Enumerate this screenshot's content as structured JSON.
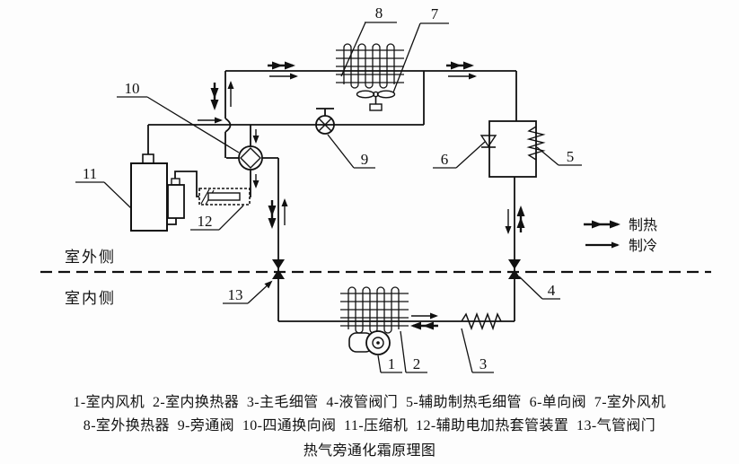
{
  "diagram": {
    "title": "热气旁通化霜原理图",
    "zone_labels": {
      "outdoor": "室外侧",
      "indoor": "室内侧"
    },
    "legend": {
      "heating": "制热",
      "cooling": "制冷"
    },
    "callouts": {
      "c1": "1",
      "c2": "2",
      "c3": "3",
      "c4": "4",
      "c5": "5",
      "c6": "6",
      "c7": "7",
      "c8": "8",
      "c9": "9",
      "c10": "10",
      "c11": "11",
      "c12": "12",
      "c13": "13"
    },
    "components": {
      "n1": "室内风机",
      "n2": "室内换热器",
      "n3": "主毛细管",
      "n4": "液管阀门",
      "n5": "辅助制热毛细管",
      "n6": "单向阀",
      "n7": "室外风机",
      "n8": "室外换热器",
      "n9": "旁通阀",
      "n10": "四通换向阀",
      "n11": "压缩机",
      "n12": "辅助电加热套管装置",
      "n13": "气管阀门"
    },
    "colors": {
      "line": "#111111",
      "background": "#fdfdfd"
    }
  },
  "caption": {
    "line1": "1-室内风机  2-室内换热器  3-主毛细管  4-液管阀门  5-辅助制热毛细管  6-单向阀  7-室外风机",
    "line2": "8-室外换热器  9-旁通阀  10-四通换向阀  11-压缩机  12-辅助电加热套管装置  13-气管阀门",
    "line3": "热气旁通化霜原理图"
  }
}
